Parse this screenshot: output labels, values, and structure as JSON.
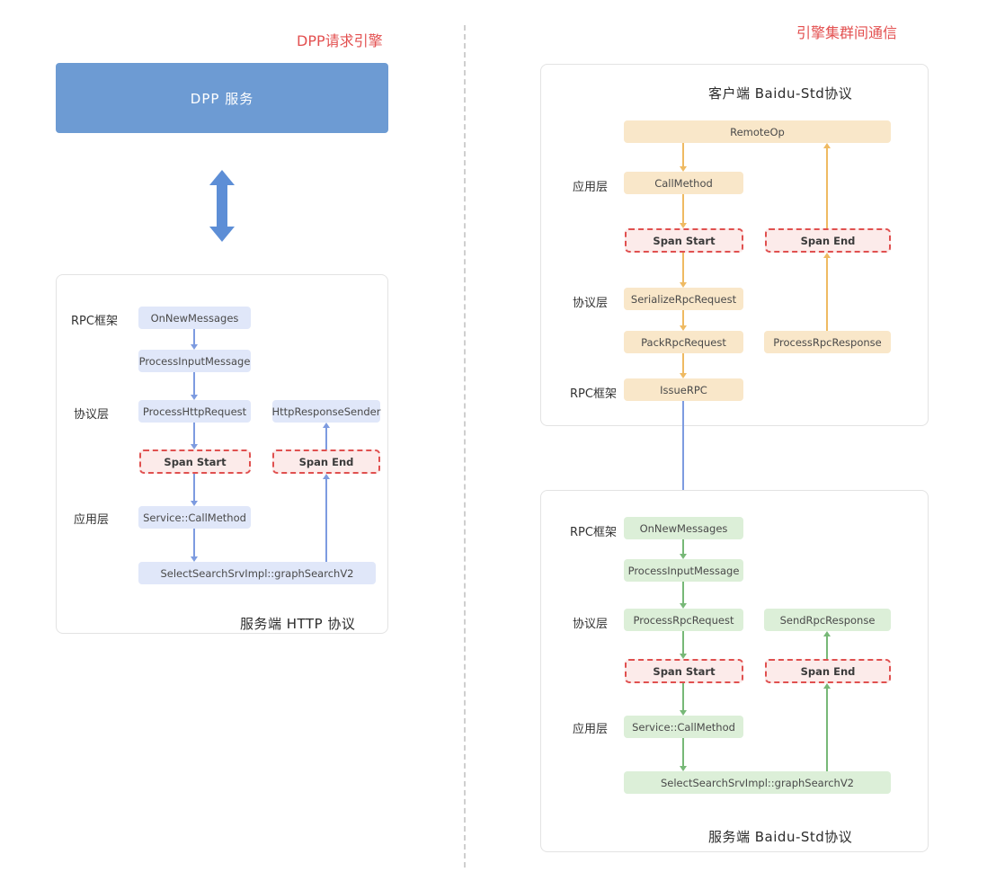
{
  "left": {
    "title": "DPP请求引擎",
    "dpp_service": "DPP 服务",
    "http_panel": {
      "caption": "服务端 HTTP 协议",
      "layer_rpc": "RPC框架",
      "layer_protocol": "协议层",
      "layer_app": "应用层",
      "on_new_messages": "OnNewMessages",
      "process_input_message": "ProcessInputMessage",
      "process_http_request": "ProcessHttpRequest",
      "span_start": "Span Start",
      "service_call_method": "Service::CallMethod",
      "select_search": "SelectSearchSrvImpl::graphSearchV2",
      "http_response_sender": "HttpResponseSender",
      "span_end": "Span End"
    }
  },
  "right": {
    "title": "引擎集群间通信",
    "client_panel": {
      "caption": "客户端 Baidu-Std协议",
      "layer_app": "应用层",
      "layer_protocol": "协议层",
      "layer_rpc": "RPC框架",
      "remote_op": "RemoteOp",
      "call_method": "CallMethod",
      "span_start": "Span Start",
      "serialize_rpc_request": "SerializeRpcRequest",
      "pack_rpc_request": "PackRpcRequest",
      "issue_rpc": "IssueRPC",
      "process_rpc_response": "ProcessRpcResponse",
      "span_end": "Span End"
    },
    "server_panel": {
      "caption": "服务端 Baidu-Std协议",
      "layer_rpc": "RPC框架",
      "layer_protocol": "协议层",
      "layer_app": "应用层",
      "on_new_messages": "OnNewMessages",
      "process_input_message": "ProcessInputMessage",
      "process_rpc_request": "ProcessRpcRequest",
      "span_start": "Span Start",
      "service_call_method": "Service::CallMethod",
      "select_search": "SelectSearchSrvImpl::graphSearchV2",
      "send_rpc_response": "SendRpcResponse",
      "span_end": "Span End"
    }
  },
  "colors": {
    "title_red": "#e35050",
    "dpp_blue": "#6d9bd3",
    "big_arrow_blue": "#5d8ed6",
    "blue_node_bg": "#e0e7f9",
    "blue_arrow": "#7d9be0",
    "orange_node_bg": "#f9e7c9",
    "orange_arrow": "#efba62",
    "green_node_bg": "#dcefd8",
    "green_arrow": "#77b877",
    "span_bg": "#fcebea",
    "span_border": "#e0504f",
    "panel_border": "#e3e3e3"
  }
}
